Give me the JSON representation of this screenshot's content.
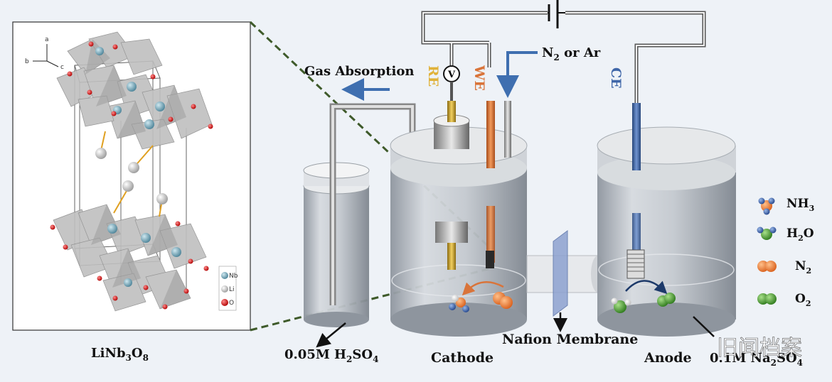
{
  "crystal": {
    "formula_main": "LiNb",
    "formula_sub1": "3",
    "formula_mid": "O",
    "formula_sub2": "8",
    "axes": {
      "a": "a",
      "b": "b",
      "c": "c"
    },
    "legend": [
      {
        "symbol": "Nb",
        "color": "#5b8fa6"
      },
      {
        "symbol": "Li",
        "color": "#d8d8d8"
      },
      {
        "symbol": "O",
        "color": "#d62020"
      }
    ]
  },
  "cell": {
    "gas_absorption": "Gas Absorption",
    "gas_in_main": "N",
    "gas_in_sub": "2",
    "gas_in_tail": " or Ar",
    "electrodes": {
      "re": "RE",
      "we": "WE",
      "ce": "CE",
      "meter": "V"
    },
    "absorber_label_pre": "0.05M H",
    "absorber_label_sub1": "2",
    "absorber_label_mid": "SO",
    "absorber_label_sub2": "4",
    "cathode": "Cathode",
    "membrane": "Nafion Membrane",
    "anode": "Anode",
    "anode_solution_pre": "0.1M Na",
    "anode_solution_sub1": "2",
    "anode_solution_mid": "SO",
    "anode_solution_sub2": "4"
  },
  "legend": [
    {
      "main": "NH",
      "sub": "3"
    },
    {
      "main": "H",
      "sub": "2",
      "tail": "O"
    },
    {
      "main": "N",
      "sub": "2"
    },
    {
      "main": "O",
      "sub": "2"
    }
  ],
  "watermark": "旧闻档案",
  "colors": {
    "cell_body": "#b9c0c8",
    "lid": "#e4e6e8",
    "electrode_we": "#d9743a",
    "electrode_ce": "#3f66a8",
    "electrode_re": "#c8a020",
    "arrow": "#3f6fb0",
    "dash": "#3e5a2a"
  }
}
